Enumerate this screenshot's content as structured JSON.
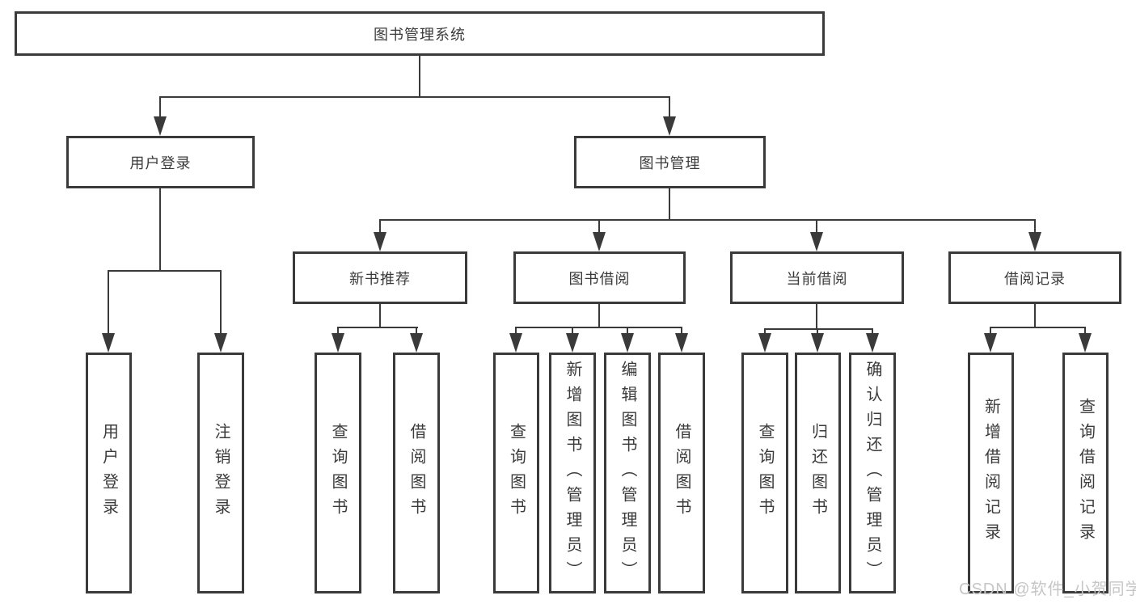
{
  "diagram": {
    "title": "图书管理系统",
    "root": {
      "label": "图书管理系统",
      "children": [
        {
          "label": "用户登录",
          "children": [
            {
              "label": "用户登录"
            },
            {
              "label": "注销登录"
            }
          ]
        },
        {
          "label": "图书管理",
          "children": [
            {
              "label": "新书推荐",
              "children": [
                {
                  "label": "查询图书"
                },
                {
                  "label": "借阅图书"
                }
              ]
            },
            {
              "label": "图书借阅",
              "children": [
                {
                  "label": "查询图书"
                },
                {
                  "label": "新增图书（管理员）"
                },
                {
                  "label": "编辑图书（管理员）"
                },
                {
                  "label": "借阅图书"
                }
              ]
            },
            {
              "label": "当前借阅",
              "children": [
                {
                  "label": "查询图书"
                },
                {
                  "label": "归还图书"
                },
                {
                  "label": "确认归还（管理员）"
                }
              ]
            },
            {
              "label": "借阅记录",
              "children": [
                {
                  "label": "新增借阅记录"
                },
                {
                  "label": "查询借阅记录"
                }
              ]
            }
          ]
        }
      ]
    }
  },
  "watermark": {
    "text": "CSDN @软件_小贺同学"
  },
  "colors": {
    "line": "#3a3a3a",
    "box_border": "#3a3a3a",
    "text": "#3b3b3b",
    "background": "#ffffff",
    "watermark": "#c6c6c6"
  }
}
